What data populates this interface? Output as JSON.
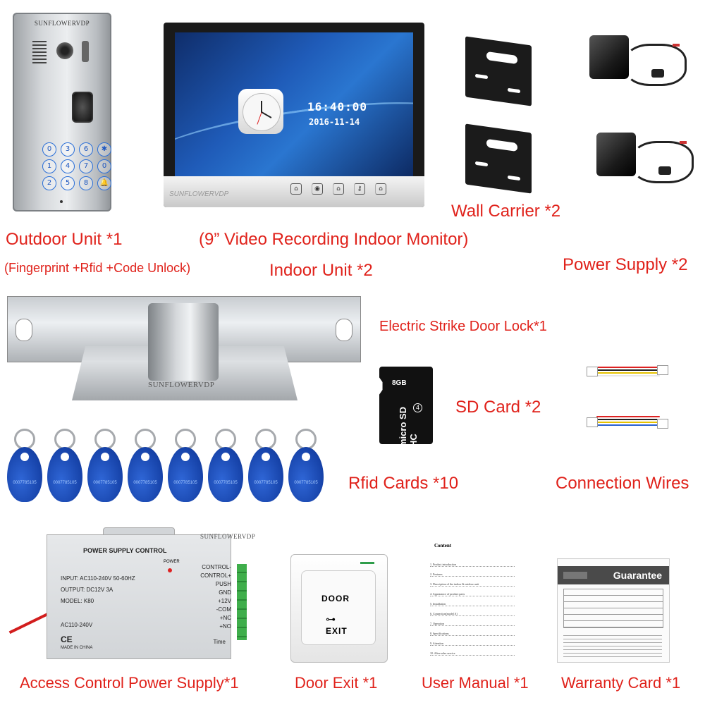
{
  "outdoor": {
    "brand": "SUNFLOWERVDP",
    "keys": [
      "0",
      "3",
      "6",
      "✱",
      "1",
      "4",
      "7",
      "0",
      "2",
      "5",
      "8",
      "🔔"
    ],
    "label": "Outdoor Unit *1",
    "sublabel": "(Fingerprint +Rfid +Code Unlock)"
  },
  "monitor": {
    "time": "16:40:00",
    "date": "2016-11-14",
    "brand": "SUNFLOWERVDP",
    "buttons": [
      "⌂",
      "◉",
      "⌂",
      "⚷",
      "⌂"
    ],
    "desc": "(9” Video Recording Indoor Monitor)",
    "label": "Indoor Unit *2"
  },
  "wall_carrier": {
    "label": "Wall Carrier *2"
  },
  "power_supply": {
    "label": "Power Supply *2"
  },
  "strike_lock": {
    "brand": "SUNFLOWERVDP",
    "label": "Electric Strike Door Lock*1"
  },
  "sd_card": {
    "size": "8GB",
    "brand": "micro SD HC",
    "class": "4",
    "label": "SD Card *2"
  },
  "wires": {
    "label": "Connection Wires"
  },
  "rfid": {
    "count": 8,
    "code": "0007785105",
    "label": "Rfid Cards *10",
    "color": "#1e52c2"
  },
  "access_psu": {
    "brand": "SUNFLOWERVDP",
    "title": "POWER SUPPLY CONTROL",
    "power": "POWER",
    "specs": [
      "INPUT: AC110-240V  50-60HZ",
      "OUTPUT: DC12V  3A",
      "MODEL: K80"
    ],
    "ac": "AC110-240V",
    "ce": "CE",
    "made": "MADE IN CHINA",
    "terminals": [
      "CONTROL-",
      "CONTROL+",
      "PUSH",
      "GND",
      "+12V",
      "-COM",
      "+NC",
      "+NO"
    ],
    "time": "Time",
    "label": "Access Control Power Supply*1"
  },
  "door_exit": {
    "line1": "DOOR",
    "line2": "⊶",
    "line3": "EXIT",
    "label": "Door Exit *1"
  },
  "manual": {
    "title": "Content",
    "rows": [
      "1.    Product introduction",
      "2.    Features",
      "3.    Description of the indoor & outdoor unit",
      "4.    Appearance of product parts",
      "5.    Installation",
      "6.    Connection(model A)",
      "7.    Operation",
      "8.    Specifications",
      "9.    Attention",
      "10.   After-sales service"
    ],
    "label": "User Manual *1"
  },
  "warranty": {
    "title": "Guarantee",
    "label": "Warranty Card *1"
  },
  "colors": {
    "label_red": "#e0221b"
  }
}
